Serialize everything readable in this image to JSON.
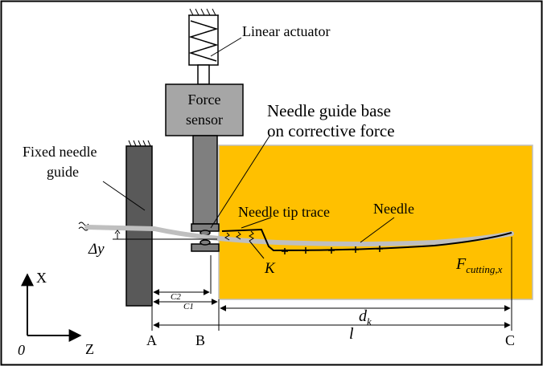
{
  "labels": {
    "linear_actuator": "Linear actuator",
    "force_sensor_line1": "Force",
    "force_sensor_line2": "sensor",
    "guide_base_line1": "Needle guide base",
    "guide_base_line2": "on corrective force",
    "fixed_guide_line1": "Fixed needle",
    "fixed_guide_line2": "guide",
    "needle_tip_trace": "Needle tip trace",
    "needle": "Needle",
    "k": "K",
    "delta_y": "Δy",
    "f_cutting_main": "F",
    "f_cutting_sub": "cutting,x",
    "axis_x": "X",
    "axis_z": "Z",
    "origin": "0",
    "c2": "C2",
    "c1": "C1",
    "d_k_main": "d",
    "d_k_sub": "k",
    "l": "l",
    "point_a": "A",
    "point_b": "B",
    "point_c": "C"
  },
  "colors": {
    "tissue": "#FFC000",
    "guide": "#595959",
    "sensor": "#A6A6A6",
    "rod": "#7F7F7F",
    "needle": "#BFBFBF",
    "line": "#000000"
  }
}
